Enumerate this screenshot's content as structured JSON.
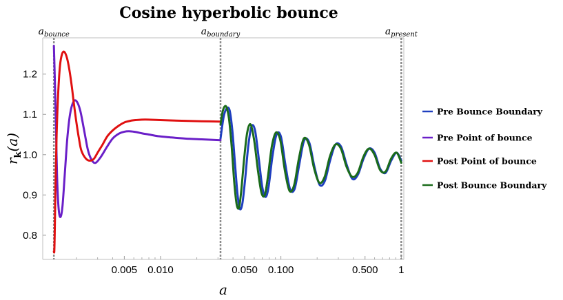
{
  "chart_data": {
    "type": "line",
    "title": "Cosine hyperbolic bounce",
    "xlabel": "a",
    "ylabel_main": "r",
    "ylabel_sub": "k",
    "ylabel_suffix": "(a)",
    "x_scale": "log",
    "xlim": [
      0.00105,
      1.05
    ],
    "ylim": [
      0.74,
      1.29
    ],
    "x_ticks": [
      {
        "value": 0.005,
        "label": "0.005"
      },
      {
        "value": 0.01,
        "label": "0.010"
      },
      {
        "value": 0.05,
        "label": "0.050"
      },
      {
        "value": 0.1,
        "label": "0.100"
      },
      {
        "value": 0.5,
        "label": "0.500"
      },
      {
        "value": 1,
        "label": "1"
      }
    ],
    "y_ticks": [
      {
        "value": 0.8,
        "label": "0.8"
      },
      {
        "value": 0.9,
        "label": "0.9"
      },
      {
        "value": 1.0,
        "label": "1.0"
      },
      {
        "value": 1.1,
        "label": "1.1"
      },
      {
        "value": 1.2,
        "label": "1.2"
      }
    ],
    "markers": [
      {
        "name": "a_bounce",
        "main": "a",
        "sub": "bounce",
        "x": 0.0013
      },
      {
        "name": "a_boundary",
        "main": "a",
        "sub": "boundary",
        "x": 0.0315
      },
      {
        "name": "a_present",
        "main": "a",
        "sub": "present",
        "x": 1.0
      }
    ],
    "legend_position": "right",
    "series": [
      {
        "name": "Pre Bounce Boundary",
        "color": "#1f3fbf",
        "x": [
          0.0315,
          0.0335,
          0.0355,
          0.0375,
          0.0395,
          0.0415,
          0.0435,
          0.0455,
          0.0478,
          0.0505,
          0.0535,
          0.057,
          0.061,
          0.0655,
          0.07,
          0.0745,
          0.079,
          0.085,
          0.092,
          0.1,
          0.109,
          0.119,
          0.13,
          0.142,
          0.156,
          0.172,
          0.19,
          0.21,
          0.232,
          0.256,
          0.284,
          0.316,
          0.352,
          0.392,
          0.436,
          0.486,
          0.54,
          0.6,
          0.668,
          0.742,
          0.824,
          0.915,
          1.0
        ],
        "y": [
          1.04,
          1.095,
          1.115,
          1.11,
          1.06,
          0.98,
          0.905,
          0.866,
          0.878,
          0.94,
          1.02,
          1.07,
          1.06,
          0.99,
          0.92,
          0.895,
          0.92,
          0.995,
          1.05,
          1.045,
          0.975,
          0.915,
          0.915,
          0.975,
          1.035,
          1.03,
          0.97,
          0.925,
          0.935,
          0.985,
          1.025,
          1.02,
          0.975,
          0.94,
          0.95,
          0.99,
          1.015,
          1.005,
          0.965,
          0.955,
          0.985,
          1.005,
          0.985
        ]
      },
      {
        "name": "Pre Point of bounce",
        "color": "#6a1fc8",
        "x": [
          0.0013,
          0.00132,
          0.00135,
          0.00138,
          0.00142,
          0.00147,
          0.00153,
          0.0016,
          0.00168,
          0.00177,
          0.00188,
          0.002,
          0.00215,
          0.00232,
          0.0025,
          0.0027,
          0.0029,
          0.0032,
          0.0036,
          0.004,
          0.0045,
          0.005,
          0.0056,
          0.0063,
          0.007,
          0.008,
          0.0095,
          0.012,
          0.016,
          0.022,
          0.0315
        ],
        "y": [
          1.27,
          1.2,
          1.08,
          0.95,
          0.87,
          0.845,
          0.87,
          0.95,
          1.04,
          1.1,
          1.13,
          1.133,
          1.11,
          1.06,
          1.01,
          0.985,
          0.98,
          0.995,
          1.02,
          1.04,
          1.052,
          1.057,
          1.058,
          1.056,
          1.053,
          1.05,
          1.046,
          1.043,
          1.04,
          1.038,
          1.036
        ]
      },
      {
        "name": "Post Point of bounce",
        "color": "#e01010",
        "x": [
          0.0013,
          0.00131,
          0.00132,
          0.00134,
          0.00137,
          0.00141,
          0.00146,
          0.00152,
          0.00159,
          0.00167,
          0.00175,
          0.00183,
          0.0019,
          0.002,
          0.0021,
          0.0022,
          0.0024,
          0.0026,
          0.0028,
          0.003,
          0.0033,
          0.0036,
          0.004,
          0.0045,
          0.005,
          0.0056,
          0.0063,
          0.007,
          0.008,
          0.0095,
          0.012,
          0.016,
          0.022,
          0.0315
        ],
        "y": [
          0.76,
          0.76,
          0.8,
          0.92,
          1.05,
          1.15,
          1.22,
          1.25,
          1.255,
          1.24,
          1.21,
          1.17,
          1.13,
          1.08,
          1.04,
          1.01,
          0.99,
          0.985,
          0.99,
          1.005,
          1.025,
          1.045,
          1.06,
          1.072,
          1.08,
          1.084,
          1.086,
          1.087,
          1.087,
          1.086,
          1.085,
          1.084,
          1.083,
          1.082
        ]
      },
      {
        "name": "Post Bounce Boundary",
        "color": "#1a6b1a",
        "x": [
          0.0315,
          0.033,
          0.035,
          0.037,
          0.039,
          0.041,
          0.043,
          0.045,
          0.047,
          0.0495,
          0.0525,
          0.056,
          0.06,
          0.0645,
          0.069,
          0.0735,
          0.078,
          0.084,
          0.091,
          0.099,
          0.108,
          0.118,
          0.129,
          0.141,
          0.155,
          0.171,
          0.189,
          0.209,
          0.231,
          0.255,
          0.283,
          0.315,
          0.351,
          0.391,
          0.435,
          0.485,
          0.539,
          0.599,
          0.667,
          0.741,
          0.823,
          0.914,
          1.0
        ],
        "y": [
          1.075,
          1.11,
          1.12,
          1.09,
          1.02,
          0.93,
          0.875,
          0.87,
          0.915,
          0.99,
          1.055,
          1.075,
          1.035,
          0.96,
          0.905,
          0.9,
          0.945,
          1.02,
          1.055,
          1.035,
          0.96,
          0.91,
          0.925,
          0.99,
          1.04,
          1.025,
          0.965,
          0.93,
          0.945,
          0.995,
          1.025,
          1.015,
          0.97,
          0.945,
          0.955,
          0.995,
          1.015,
          1.0,
          0.962,
          0.958,
          0.99,
          1.005,
          0.98
        ]
      }
    ]
  }
}
